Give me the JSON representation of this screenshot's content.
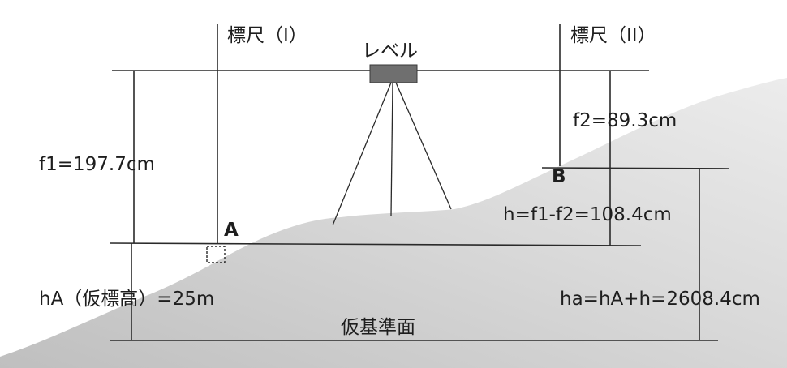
{
  "labels": {
    "staff1": "標尺（I）",
    "staff2": "標尺（II）",
    "level": "レベル",
    "f1": "f1=197.7cm",
    "f2": "f2=89.3cm",
    "point_a": "A",
    "point_b": "B",
    "h": "h=f1-f2=108.4cm",
    "hA": "hA（仮標高）=25m",
    "ha": "ha=hA+h=2608.4cm",
    "datum": "仮基準面"
  },
  "colors": {
    "line": "#2a2a2a",
    "text": "#1e1e1e",
    "ground": "#d4d4d4",
    "level_body": "#6f6f6f",
    "background": "#ffffff"
  }
}
